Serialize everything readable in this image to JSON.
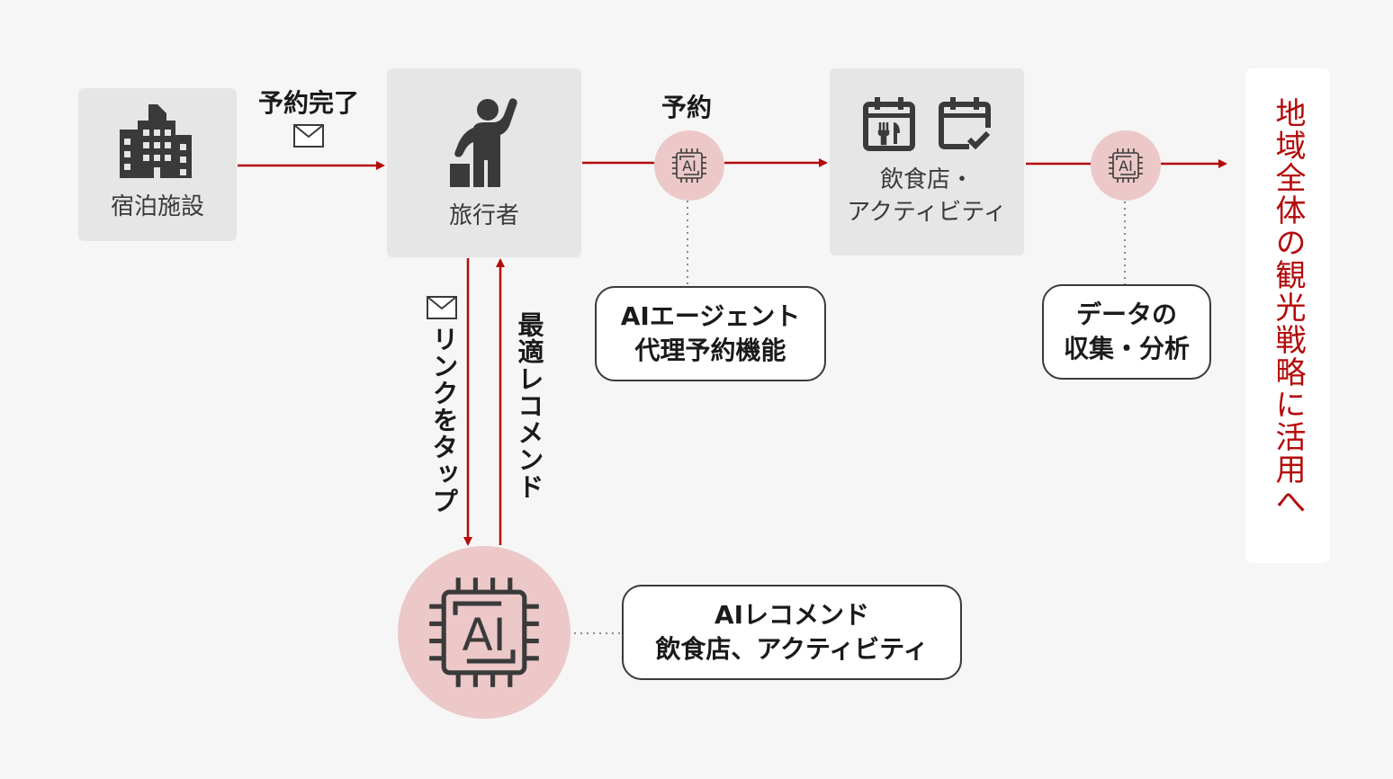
{
  "nodes": {
    "lodging": {
      "label": "宿泊施設",
      "icon": "building-icon"
    },
    "traveler": {
      "label": "旅行者",
      "icon": "waving-person-icon"
    },
    "venues": {
      "label_line1": "飲食店・",
      "label_line2": "アクティビティ",
      "icons": [
        "restaurant-calendar-icon",
        "calendar-check-icon"
      ]
    },
    "ai_main": {
      "icon": "ai-chip-icon"
    },
    "ai_small_1": {
      "icon": "ai-chip-icon"
    },
    "ai_small_2": {
      "icon": "ai-chip-icon"
    }
  },
  "edges": {
    "booking_complete": "予約完了",
    "booking": "予約",
    "tap_link": "リンクをタップ",
    "best_recommend": "最適レコメンド",
    "mail_icon": "mail-icon"
  },
  "callouts": {
    "agent": {
      "line1": "AIエージェント",
      "line2": "代理予約機能"
    },
    "data": {
      "line1": "データの",
      "line2": "収集・分析"
    },
    "recommend": {
      "line1": "AIレコメンド",
      "line2": "飲食店、アクティビティ"
    }
  },
  "result": "地域全体の観光戦略に活用へ",
  "ai_chip_text": "AI",
  "colors": {
    "accent_red": "#b40a0a",
    "ai_circle": "#ecc8c8",
    "node_bg": "#e6e6e6",
    "icon_dark": "#3a3a3a"
  }
}
